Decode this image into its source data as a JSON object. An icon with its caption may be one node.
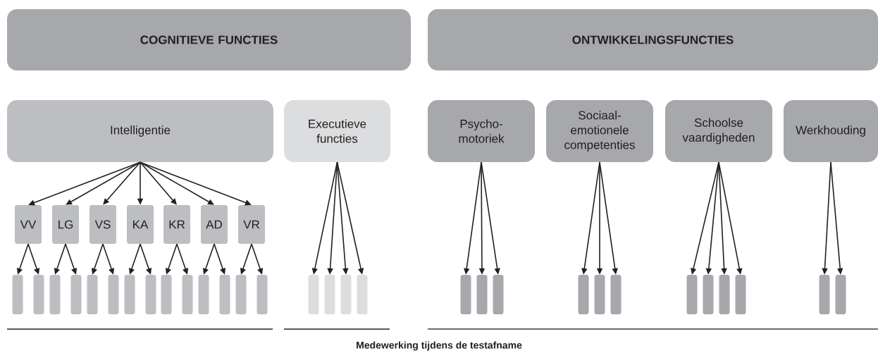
{
  "diagram": {
    "nodes": [
      {
        "text": [
          "COGNITIEVE FUNCTIES"
        ]
      },
      {
        "text": [
          "ONTWIKKELINGSFUNCTIES"
        ]
      },
      {
        "text": [
          "Intelligentie"
        ]
      },
      {
        "text": [
          "Executieve functies"
        ]
      },
      {
        "text": [
          "Psycho-motoriek"
        ]
      },
      {
        "text": [
          "Sociaal-emotionele competenties"
        ]
      },
      {
        "text": [
          "Schoolse vaardigheden"
        ]
      },
      {
        "text": [
          "Werkhouding"
        ]
      },
      {
        "text": [
          "VV"
        ]
      },
      {
        "text": [
          "LG"
        ]
      },
      {
        "text": [
          "VS"
        ]
      },
      {
        "text": [
          "KA"
        ]
      },
      {
        "text": [
          "KR"
        ]
      },
      {
        "text": [
          "AD"
        ]
      },
      {
        "text": [
          "VR"
        ]
      },
      {
        "text": [],
        "shape": "bar"
      },
      {
        "text": [],
        "shape": "bar"
      },
      {
        "text": [],
        "shape": "bar"
      },
      {
        "text": [],
        "shape": "bar"
      },
      {
        "text": [],
        "shape": "bar"
      },
      {
        "text": [],
        "shape": "bar"
      },
      {
        "text": [],
        "shape": "bar"
      },
      {
        "text": [],
        "shape": "bar"
      },
      {
        "text": [],
        "shape": "bar"
      },
      {
        "text": [],
        "shape": "bar"
      },
      {
        "text": [],
        "shape": "bar"
      },
      {
        "text": [],
        "shape": "bar"
      },
      {
        "text": [],
        "shape": "bar"
      },
      {
        "text": [],
        "shape": "bar"
      },
      {
        "text": [],
        "shape": "bar"
      },
      {
        "text": [],
        "shape": "bar"
      },
      {
        "text": [],
        "shape": "bar"
      },
      {
        "text": [],
        "shape": "bar"
      },
      {
        "text": [],
        "shape": "bar"
      },
      {
        "text": [],
        "shape": "bar"
      },
      {
        "text": [],
        "shape": "bar"
      },
      {
        "text": [],
        "shape": "bar"
      },
      {
        "text": [],
        "shape": "bar"
      },
      {
        "text": [],
        "shape": "bar"
      },
      {
        "text": [],
        "shape": "bar"
      },
      {
        "text": [],
        "shape": "bar"
      },
      {
        "text": [],
        "shape": "bar"
      },
      {
        "text": [],
        "shape": "bar"
      },
      {
        "text": [],
        "shape": "bar"
      },
      {
        "text": [],
        "shape": "bar"
      }
    ],
    "edges": [
      {
        "from": 2,
        "to": 8,
        "arrow": "to"
      },
      {
        "from": 2,
        "to": 9,
        "arrow": "to"
      },
      {
        "from": 2,
        "to": 10,
        "arrow": "to"
      },
      {
        "from": 2,
        "to": 11,
        "arrow": "to"
      },
      {
        "from": 2,
        "to": 12,
        "arrow": "to"
      },
      {
        "from": 2,
        "to": 13,
        "arrow": "to"
      },
      {
        "from": 2,
        "to": 14,
        "arrow": "to"
      },
      {
        "from": 8,
        "to": 15,
        "arrow": "to"
      },
      {
        "from": 8,
        "to": 16,
        "arrow": "to"
      },
      {
        "from": 9,
        "to": 17,
        "arrow": "to"
      },
      {
        "from": 9,
        "to": 18,
        "arrow": "to"
      },
      {
        "from": 10,
        "to": 19,
        "arrow": "to"
      },
      {
        "from": 10,
        "to": 20,
        "arrow": "to"
      },
      {
        "from": 11,
        "to": 21,
        "arrow": "to"
      },
      {
        "from": 11,
        "to": 22,
        "arrow": "to"
      },
      {
        "from": 12,
        "to": 23,
        "arrow": "to"
      },
      {
        "from": 12,
        "to": 24,
        "arrow": "to"
      },
      {
        "from": 13,
        "to": 25,
        "arrow": "to"
      },
      {
        "from": 13,
        "to": 26,
        "arrow": "to"
      },
      {
        "from": 14,
        "to": 27,
        "arrow": "to"
      },
      {
        "from": 14,
        "to": 28,
        "arrow": "to"
      },
      {
        "from": 3,
        "to": 29,
        "arrow": "to"
      },
      {
        "from": 3,
        "to": 30,
        "arrow": "to"
      },
      {
        "from": 3,
        "to": 31,
        "arrow": "to"
      },
      {
        "from": 3,
        "to": 32,
        "arrow": "to"
      },
      {
        "from": 4,
        "to": 33,
        "arrow": "to"
      },
      {
        "from": 4,
        "to": 34,
        "arrow": "to"
      },
      {
        "from": 4,
        "to": 35,
        "arrow": "to"
      },
      {
        "from": 5,
        "to": 36,
        "arrow": "to"
      },
      {
        "from": 5,
        "to": 37,
        "arrow": "to"
      },
      {
        "from": 5,
        "to": 38,
        "arrow": "to"
      },
      {
        "from": 6,
        "to": 39,
        "arrow": "to"
      },
      {
        "from": 6,
        "to": 40,
        "arrow": "to"
      },
      {
        "from": 6,
        "to": 41,
        "arrow": "to"
      },
      {
        "from": 6,
        "to": 42,
        "arrow": "to"
      },
      {
        "from": 7,
        "to": 43,
        "arrow": "to"
      },
      {
        "from": 7,
        "to": 44,
        "arrow": "to"
      }
    ],
    "labels": [
      "Medewerking tijdens de testafname"
    ]
  }
}
